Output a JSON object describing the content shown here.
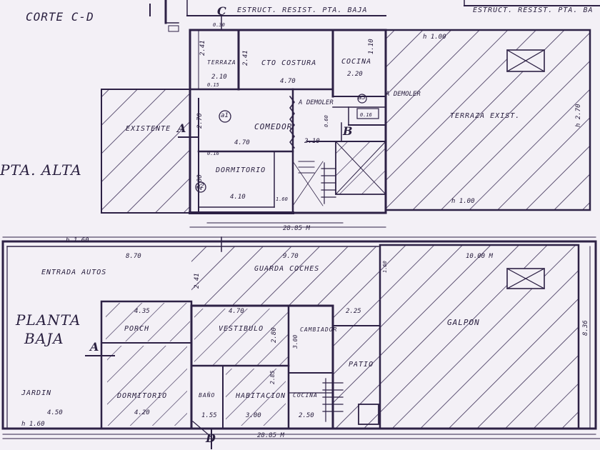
{
  "top_labels": {
    "corte": "CORTE C-D",
    "estruct_1": "ESTRUCT. RESIST. PTA. BAJA",
    "estruct_2": "ESTRUCT. RESIST. PTA. BA"
  },
  "upper_plan": {
    "title": "PTA. ALTA",
    "rooms": {
      "terraza": "TERRAZA",
      "cto_costura": "CTO COSTURA",
      "cocina": "COCINA",
      "existente": "EXISTENTE",
      "comedor": "COMEDOR",
      "dormitorio": "DORMITORIO",
      "terraza_exist": "TERRAZA EXIST."
    },
    "notes": {
      "demoler_1": "A DEMOLER",
      "demoler_2": "A DEMOLER",
      "marker_c": "C",
      "marker_a": "A",
      "marker_b": "B",
      "circle_1": "a1",
      "circle_2": "a2",
      "circle_3": "a3"
    },
    "dims": {
      "d241a": "2.41",
      "d241b": "2.41",
      "d210a": "2.10",
      "d470a": "4.70",
      "d220": "2.20",
      "d110": "1.10",
      "d270": "2.70",
      "d470b": "4.70",
      "d210b": "2.10",
      "d280": "2.80",
      "d410": "4.10",
      "d016a": "0.16",
      "d016b": "0.16",
      "d015": "0.15",
      "d030": "0.30",
      "d060": "0.60",
      "d160": "1.60",
      "d100": "h 1.00",
      "d100b": "h 1.00",
      "d270b": "h 2.70",
      "d2885top": "28.85 M"
    }
  },
  "lower_plan": {
    "title_1": "PLANTA",
    "title_2": "BAJA",
    "rooms": {
      "entrada": "ENTRADA AUTOS",
      "guarda": "GUARDA COCHES",
      "porch": "PORCH",
      "vestibulo": "VESTIBULO",
      "cambiador": "CAMBIADOR",
      "patio": "PATIO",
      "galpon": "GALPON",
      "jardin": "JARDIN",
      "dormitorio": "DORMITORIO",
      "bano": "BAÑO",
      "habitacion": "HABITACION",
      "cocina": "COCINA"
    },
    "notes": {
      "marker_a": "A",
      "marker_d": "D"
    },
    "dims": {
      "h160a": "h 1.60",
      "d870": "8.70",
      "d970": "9.70",
      "d1000": "10.00 M",
      "d241": "2.41",
      "d435": "4.35",
      "d470": "4.70",
      "d225": "2.25",
      "d280": "2.80",
      "d300": "3.00",
      "d420": "4.20",
      "d450": "4.50",
      "d155": "1.55",
      "d300b": "3.00",
      "d250": "2.50",
      "d285": "2.85",
      "d836": "8.36",
      "d160": "1.60",
      "h160b": "h 1.60",
      "d2885": "28.85 M"
    }
  }
}
